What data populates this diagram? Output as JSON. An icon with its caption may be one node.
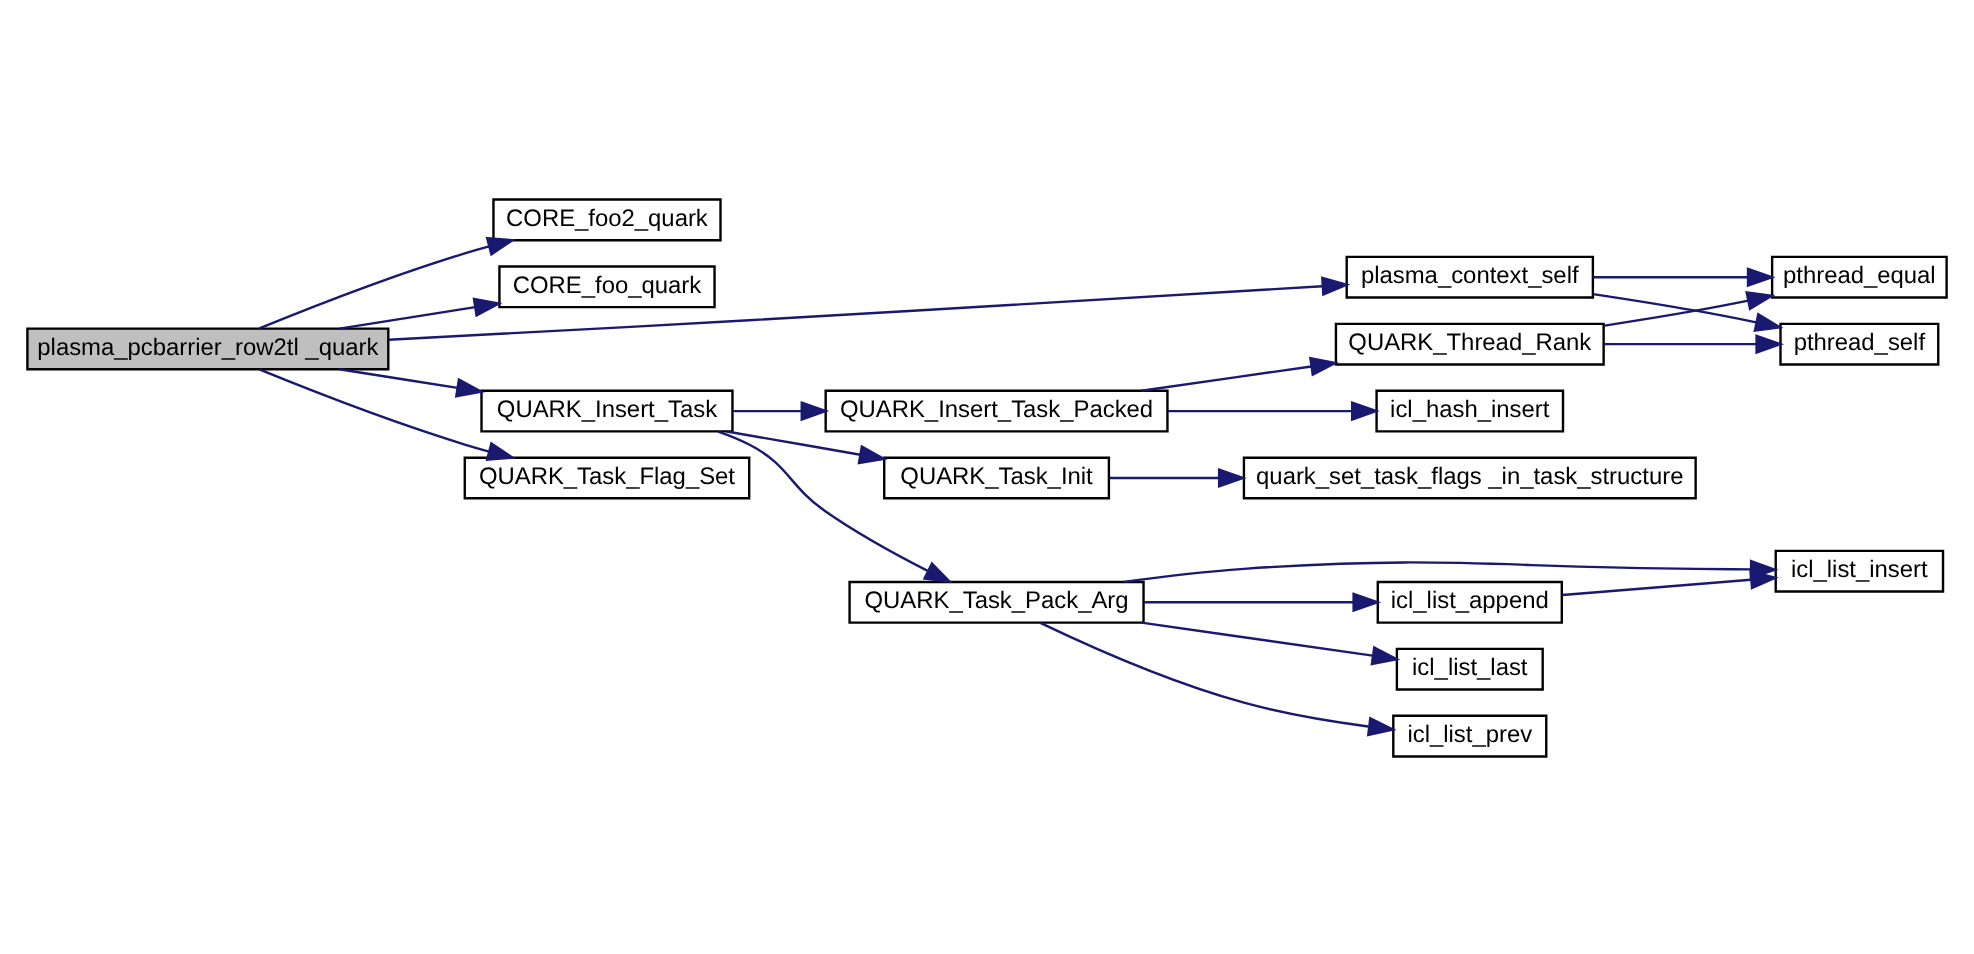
{
  "diagram": {
    "nodes": [
      {
        "text": [
          "plasma_pcbarrier_row2tl _quark"
        ]
      },
      {
        "text": [
          "CORE_foo2_quark"
        ]
      },
      {
        "text": [
          "CORE_foo_quark"
        ]
      },
      {
        "text": [
          "plasma_context_self"
        ]
      },
      {
        "text": [
          "QUARK_Insert_Task"
        ]
      },
      {
        "text": [
          "QUARK_Task_Flag_Set"
        ]
      },
      {
        "text": [
          "pthread_equal"
        ]
      },
      {
        "text": [
          "pthread_self"
        ]
      },
      {
        "text": [
          "QUARK_Insert_Task_Packed"
        ]
      },
      {
        "text": [
          "QUARK_Task_Init"
        ]
      },
      {
        "text": [
          "QUARK_Task_Pack_Arg"
        ]
      },
      {
        "text": [
          "QUARK_Thread_Rank"
        ]
      },
      {
        "text": [
          "icl_hash_insert"
        ]
      },
      {
        "text": [
          "quark_set_task_flags _in_task_structure"
        ]
      },
      {
        "text": [
          "icl_list_insert"
        ]
      },
      {
        "text": [
          "icl_list_append"
        ]
      },
      {
        "text": [
          "icl_list_last"
        ]
      },
      {
        "text": [
          "icl_list_prev"
        ]
      }
    ],
    "edges": [
      {
        "from": 0,
        "to": 1,
        "arrow": "to"
      },
      {
        "from": 0,
        "to": 2,
        "arrow": "to"
      },
      {
        "from": 0,
        "to": 3,
        "arrow": "to"
      },
      {
        "from": 0,
        "to": 4,
        "arrow": "to"
      },
      {
        "from": 0,
        "to": 5,
        "arrow": "to"
      },
      {
        "from": 3,
        "to": 6,
        "arrow": "to"
      },
      {
        "from": 3,
        "to": 7,
        "arrow": "to"
      },
      {
        "from": 4,
        "to": 8,
        "arrow": "to"
      },
      {
        "from": 4,
        "to": 9,
        "arrow": "to"
      },
      {
        "from": 4,
        "to": 10,
        "arrow": "to"
      },
      {
        "from": 8,
        "to": 11,
        "arrow": "to"
      },
      {
        "from": 8,
        "to": 12,
        "arrow": "to"
      },
      {
        "from": 11,
        "to": 6,
        "arrow": "to"
      },
      {
        "from": 11,
        "to": 7,
        "arrow": "to"
      },
      {
        "from": 9,
        "to": 13,
        "arrow": "to"
      },
      {
        "from": 10,
        "to": 14,
        "arrow": "to"
      },
      {
        "from": 10,
        "to": 15,
        "arrow": "to"
      },
      {
        "from": 10,
        "to": 16,
        "arrow": "to"
      },
      {
        "from": 10,
        "to": 17,
        "arrow": "to"
      },
      {
        "from": 15,
        "to": 14,
        "arrow": "to"
      }
    ]
  }
}
